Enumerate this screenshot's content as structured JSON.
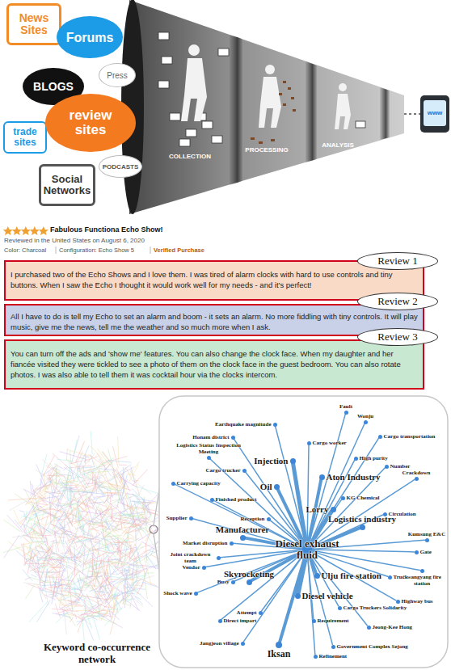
{
  "diagram": {
    "nodes": [
      {
        "text": [
          "News Sites"
        ]
      },
      {
        "text": [
          "Forums"
        ]
      },
      {
        "text": [
          "BLOGS"
        ]
      },
      {
        "text": [
          "Press"
        ]
      },
      {
        "text": [
          "trade sites"
        ]
      },
      {
        "text": [
          "review sites"
        ]
      },
      {
        "text": [
          "PODCASTS"
        ]
      },
      {
        "text": [
          "Social Networks"
        ]
      },
      {
        "text": [
          "Review 1"
        ]
      },
      {
        "text": [
          "I purchased two of the Echo Shows and I love them. I was tired of alarm clocks with hard to use controls and tiny buttons. When I saw the Echo I thought it would work well for my needs - and it's perfect!"
        ]
      },
      {
        "text": [
          "Review 2"
        ]
      },
      {
        "text": [
          "All I have to do is tell my Echo to set an alarm and boom - it sets an alarm. No more fiddling with tiny controls. It will play music, give me the news, tell me the weather and so much more when I ask."
        ]
      },
      {
        "text": [
          "Review 3"
        ]
      },
      {
        "text": [
          "You can turn off the ads and 'show me' features. You can also change the clock face. When my daughter and her fiancée visited they were tickled to see a photo of them on the clock face in the guest bedroom. You can also rotate photos. I was also able to tell them it was cocktail hour via the clocks intercom."
        ]
      },
      {
        "text": [
          "Diesel exhaust fluid"
        ]
      },
      {
        "text": [
          "Fault"
        ]
      },
      {
        "text": [
          "Wonju"
        ]
      },
      {
        "text": [
          "Earthquake magnitude"
        ]
      },
      {
        "text": [
          "Honam district"
        ]
      },
      {
        "text": [
          "Cargo worker"
        ]
      },
      {
        "text": [
          "Cargo transportation"
        ]
      },
      {
        "text": [
          "Injection"
        ]
      },
      {
        "text": [
          "High purity"
        ]
      },
      {
        "text": [
          "Aton Industry"
        ]
      },
      {
        "text": [
          "Logistics Status Inspection Meeting"
        ]
      },
      {
        "text": [
          "Cargo trucker"
        ]
      },
      {
        "text": [
          "Number"
        ]
      },
      {
        "text": [
          "Oil"
        ]
      },
      {
        "text": [
          "KG Chemical"
        ]
      },
      {
        "text": [
          "Crackdown"
        ]
      },
      {
        "text": [
          "Carrying capacity"
        ]
      },
      {
        "text": [
          "Finished product"
        ]
      },
      {
        "text": [
          "Lorry"
        ]
      },
      {
        "text": [
          "Circulation"
        ]
      },
      {
        "text": [
          "Reception"
        ]
      },
      {
        "text": [
          "Logistics industry"
        ]
      },
      {
        "text": [
          "Supplier"
        ]
      },
      {
        "text": [
          "Manufacturer"
        ]
      },
      {
        "text": [
          "Kumsung E&C"
        ]
      },
      {
        "text": [
          "Market disruption"
        ]
      },
      {
        "text": [
          "Gate"
        ]
      },
      {
        "text": [
          "Joint crackdown team"
        ]
      },
      {
        "text": [
          "Ulju fire station"
        ]
      },
      {
        "text": [
          "Gwangyang fire station"
        ]
      },
      {
        "text": [
          "Vendor"
        ]
      },
      {
        "text": [
          "Truck"
        ]
      },
      {
        "text": [
          "Skyrocketing"
        ]
      },
      {
        "text": [
          "Busy"
        ]
      },
      {
        "text": [
          "Shock wave"
        ]
      },
      {
        "text": [
          "Diesel vehicle"
        ]
      },
      {
        "text": [
          "Highway bus"
        ]
      },
      {
        "text": [
          "Cargo Truckers Solidarity"
        ]
      },
      {
        "text": [
          "Attempt"
        ]
      },
      {
        "text": [
          "Requirement"
        ]
      },
      {
        "text": [
          "Direct import"
        ]
      },
      {
        "text": [
          "Jeong-Kee Hong"
        ]
      },
      {
        "text": [
          "Jangjeon village"
        ]
      },
      {
        "text": [
          "Government Complex Sejong"
        ]
      },
      {
        "text": [
          "Iksan"
        ]
      },
      {
        "text": [
          "Refinement"
        ]
      }
    ],
    "edges": [
      {
        "from": 14,
        "to": 15,
        "arrow": "none"
      },
      {
        "from": 14,
        "to": 16,
        "arrow": "none"
      },
      {
        "from": 14,
        "to": 17,
        "arrow": "none"
      },
      {
        "from": 14,
        "to": 18,
        "arrow": "none"
      },
      {
        "from": 14,
        "to": 19,
        "arrow": "none"
      },
      {
        "from": 14,
        "to": 20,
        "arrow": "none"
      },
      {
        "from": 14,
        "to": 21,
        "arrow": "none"
      },
      {
        "from": 14,
        "to": 22,
        "arrow": "none"
      },
      {
        "from": 14,
        "to": 23,
        "arrow": "none"
      },
      {
        "from": 14,
        "to": 24,
        "arrow": "none"
      },
      {
        "from": 14,
        "to": 25,
        "arrow": "none"
      },
      {
        "from": 14,
        "to": 26,
        "arrow": "none"
      },
      {
        "from": 14,
        "to": 27,
        "arrow": "none"
      },
      {
        "from": 14,
        "to": 28,
        "arrow": "none"
      },
      {
        "from": 14,
        "to": 29,
        "arrow": "none"
      },
      {
        "from": 14,
        "to": 30,
        "arrow": "none"
      },
      {
        "from": 14,
        "to": 31,
        "arrow": "none"
      },
      {
        "from": 14,
        "to": 32,
        "arrow": "none"
      },
      {
        "from": 14,
        "to": 33,
        "arrow": "none"
      },
      {
        "from": 14,
        "to": 34,
        "arrow": "none"
      },
      {
        "from": 14,
        "to": 35,
        "arrow": "none"
      },
      {
        "from": 14,
        "to": 36,
        "arrow": "none"
      },
      {
        "from": 14,
        "to": 37,
        "arrow": "none"
      },
      {
        "from": 14,
        "to": 38,
        "arrow": "none"
      },
      {
        "from": 14,
        "to": 39,
        "arrow": "none"
      },
      {
        "from": 14,
        "to": 40,
        "arrow": "none"
      },
      {
        "from": 14,
        "to": 41,
        "arrow": "none"
      },
      {
        "from": 14,
        "to": 42,
        "arrow": "none"
      },
      {
        "from": 14,
        "to": 43,
        "arrow": "none"
      },
      {
        "from": 14,
        "to": 44,
        "arrow": "none"
      },
      {
        "from": 14,
        "to": 45,
        "arrow": "none"
      },
      {
        "from": 14,
        "to": 46,
        "arrow": "none"
      },
      {
        "from": 14,
        "to": 47,
        "arrow": "none"
      },
      {
        "from": 14,
        "to": 48,
        "arrow": "none"
      },
      {
        "from": 14,
        "to": 49,
        "arrow": "none"
      },
      {
        "from": 14,
        "to": 50,
        "arrow": "none"
      },
      {
        "from": 14,
        "to": 51,
        "arrow": "none"
      },
      {
        "from": 14,
        "to": 52,
        "arrow": "none"
      },
      {
        "from": 14,
        "to": 53,
        "arrow": "none"
      },
      {
        "from": 14,
        "to": 54,
        "arrow": "none"
      },
      {
        "from": 14,
        "to": 55,
        "arrow": "none"
      },
      {
        "from": 14,
        "to": 56,
        "arrow": "none"
      },
      {
        "from": 14,
        "to": 57,
        "arrow": "none"
      },
      {
        "from": 14,
        "to": 58,
        "arrow": "none"
      },
      {
        "from": 14,
        "to": 59,
        "arrow": "none"
      }
    ],
    "labels": [
      "COLLECTION",
      "PROCESSING",
      "ANALYSIS",
      "www",
      "Fabulous Functiona Echo Show!",
      "Reviewed in the United States on August 6, 2020",
      "Color: Charcoal",
      "Configuration: Echo Show 5",
      "Verified Purchase",
      "Keyword co-occurrence network"
    ]
  }
}
